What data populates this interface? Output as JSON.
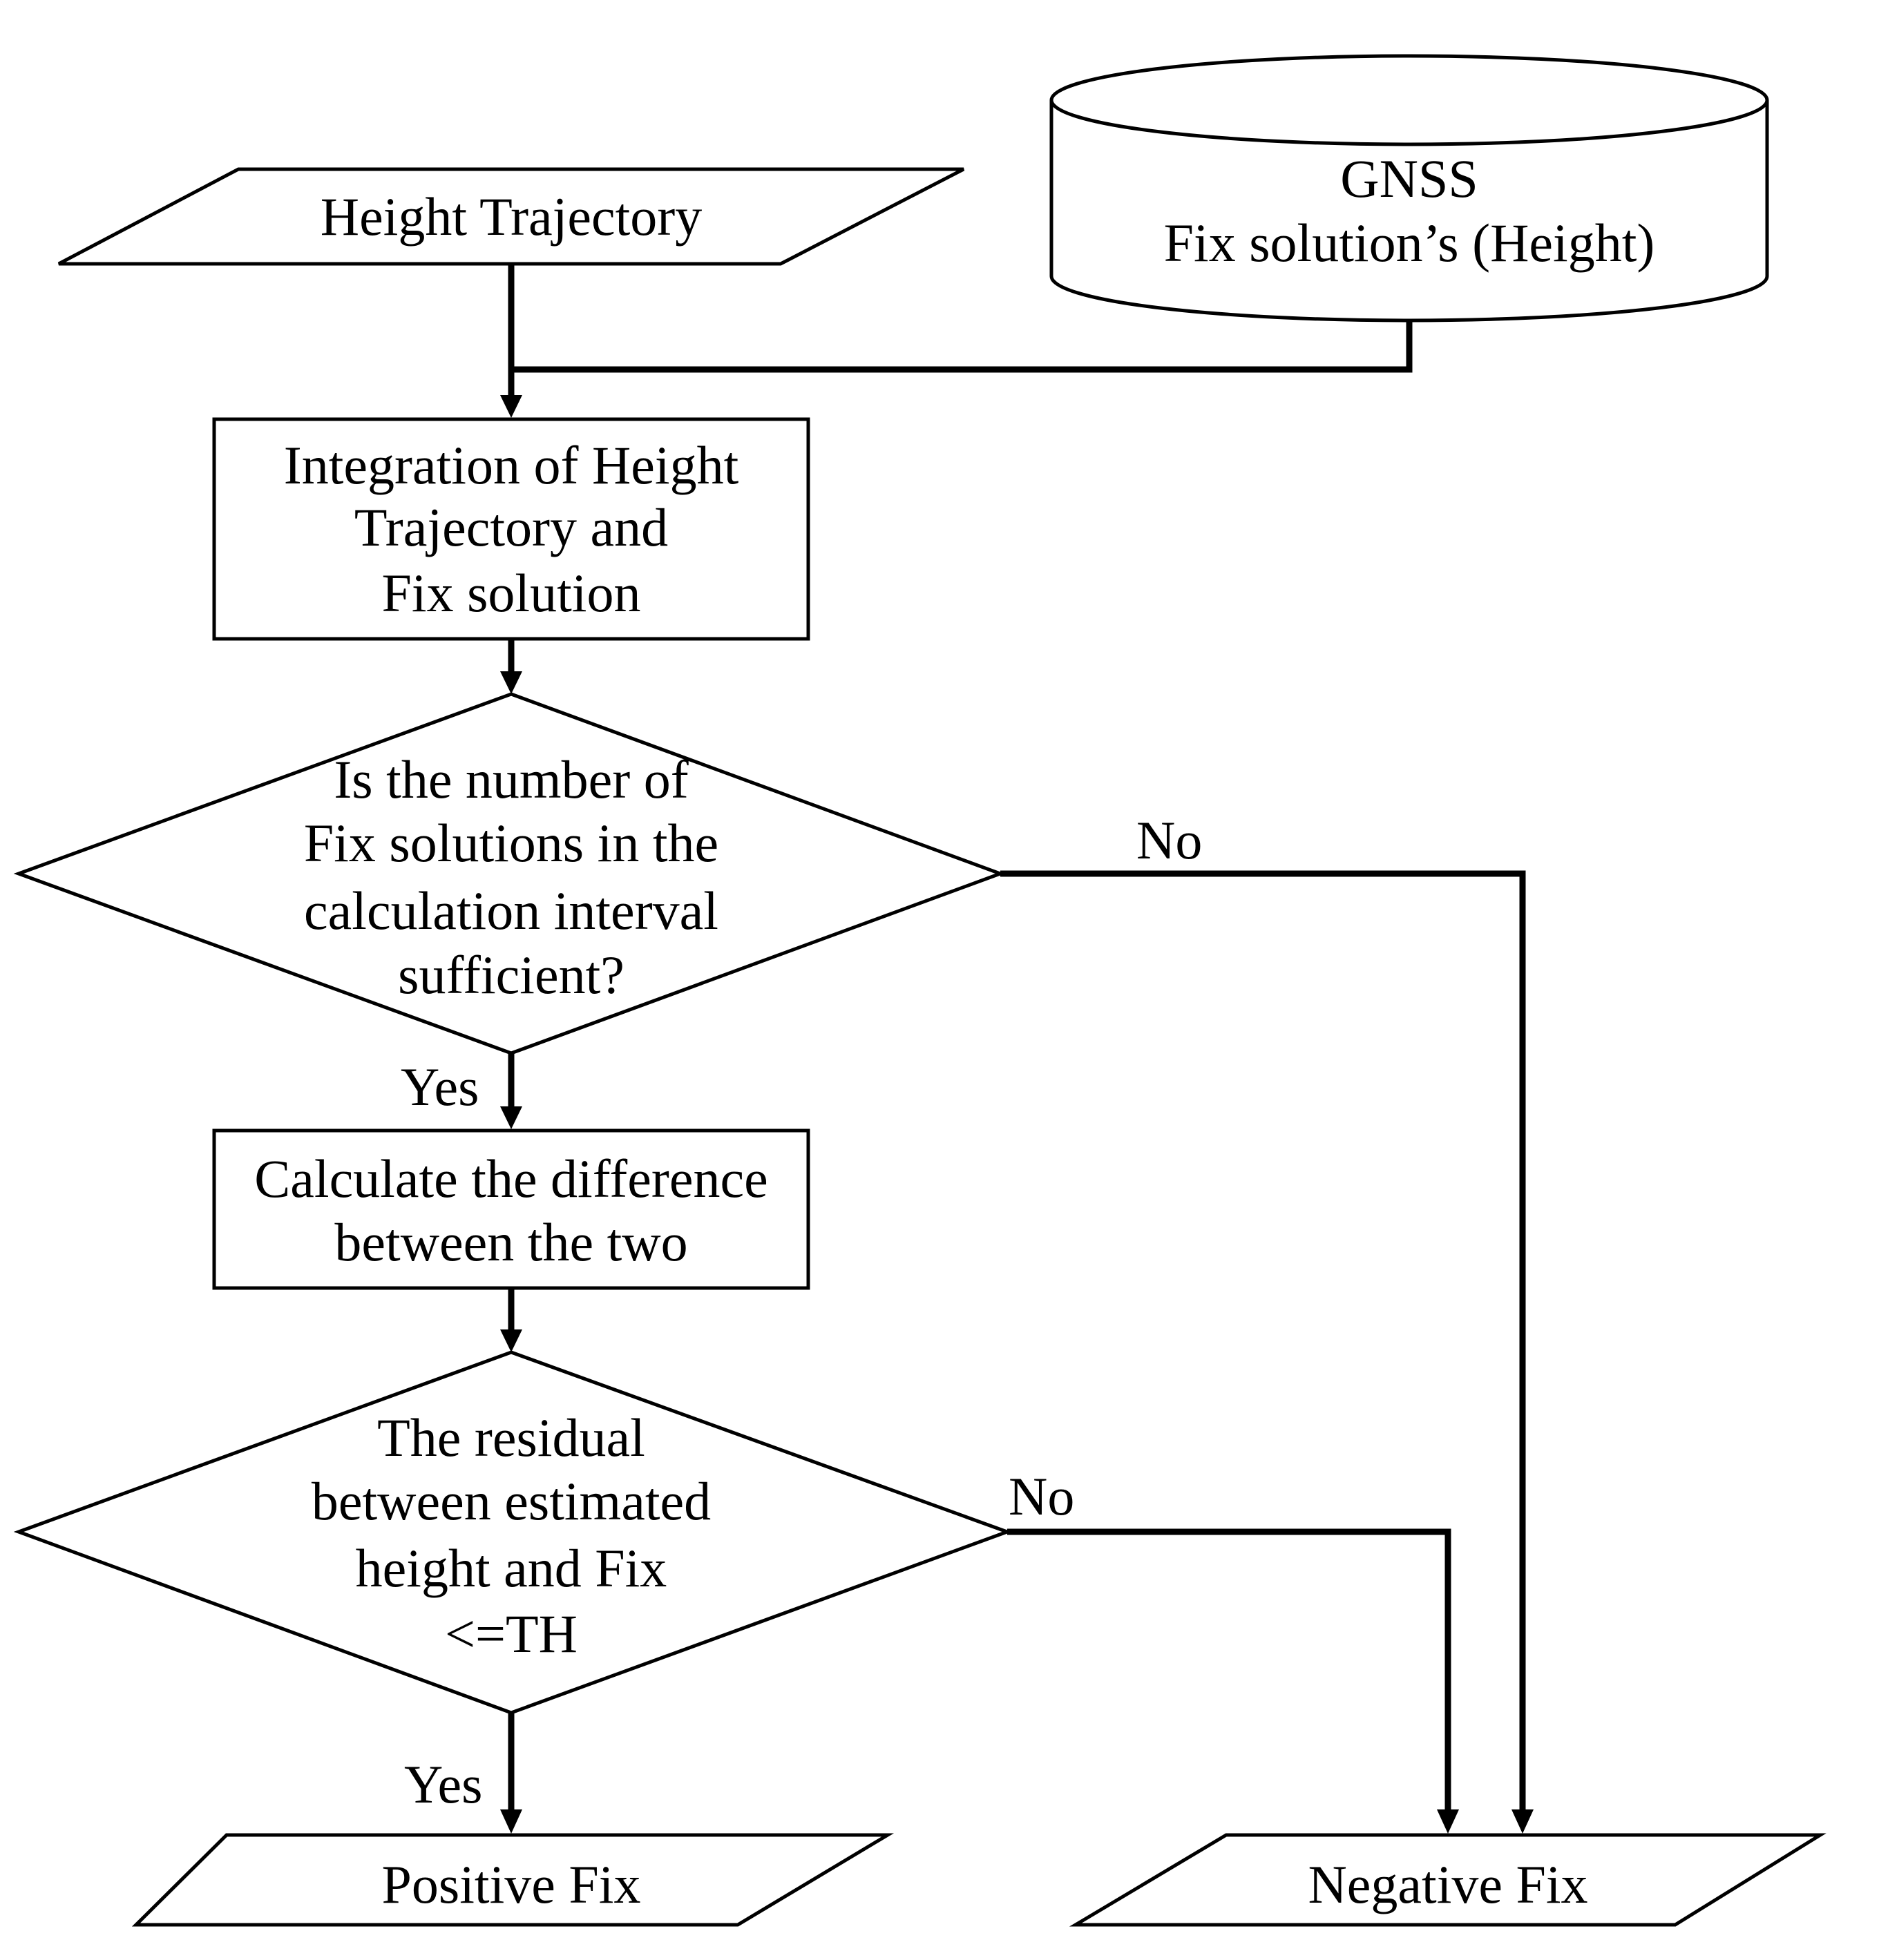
{
  "nodes": {
    "height_trajectory": {
      "label": "Height  Trajectory"
    },
    "gnss_db": {
      "lines": [
        "GNSS",
        "Fix solution’s (Height)"
      ]
    },
    "integration": {
      "lines": [
        "Integration  of Height",
        "Trajectory  and",
        "Fix solution"
      ]
    },
    "decision_fix_count": {
      "lines": [
        "Is the number of",
        "Fix solutions  in the",
        "calculation  interval",
        "sufficient?"
      ]
    },
    "calculate_difference": {
      "lines": [
        "Calculate  the difference",
        "between the two"
      ]
    },
    "decision_residual": {
      "lines": [
        "The residual",
        "between estimated",
        "height and Fix",
        "<=TH"
      ]
    },
    "positive_fix": {
      "label": "Positive Fix"
    },
    "negative_fix": {
      "label": "Negative  Fix"
    }
  },
  "edges": {
    "fix_count_yes": "Yes",
    "fix_count_no": "No",
    "residual_yes": "Yes",
    "residual_no": "No"
  }
}
